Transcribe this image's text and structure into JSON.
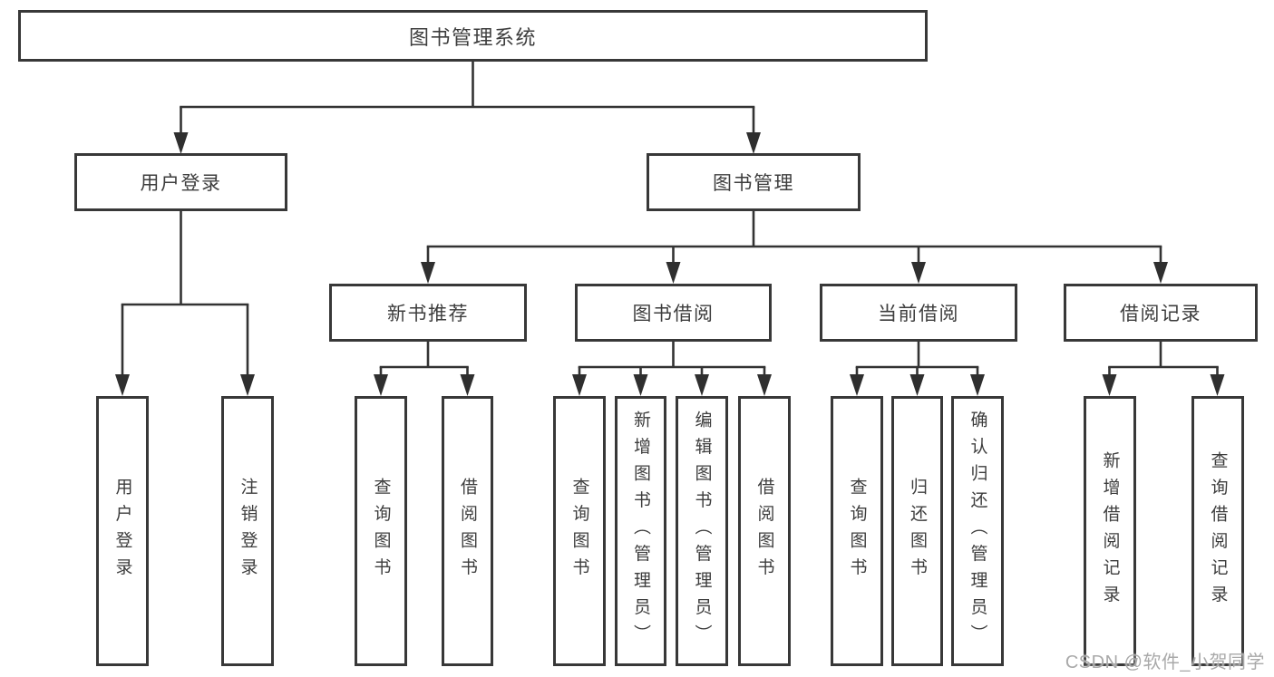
{
  "colors": {
    "line": "#333333",
    "box_border": "#383838",
    "text": "#3d3d3d",
    "background": "#ffffff",
    "watermark": "#a9a9a9"
  },
  "root": {
    "label": "图书管理系统"
  },
  "branches": [
    {
      "label": "用户登录",
      "children": [
        {
          "label": "用户登录"
        },
        {
          "label": "注销登录"
        }
      ]
    },
    {
      "label": "图书管理",
      "children": [
        {
          "label": "新书推荐",
          "children": [
            {
              "label": "查询图书"
            },
            {
              "label": "借阅图书"
            }
          ]
        },
        {
          "label": "图书借阅",
          "children": [
            {
              "label": "查询图书"
            },
            {
              "label": "新增图书（管理员）"
            },
            {
              "label": "编辑图书（管理员）"
            },
            {
              "label": "借阅图书"
            }
          ]
        },
        {
          "label": "当前借阅",
          "children": [
            {
              "label": "查询图书"
            },
            {
              "label": "归还图书"
            },
            {
              "label": "确认归还（管理员）"
            }
          ]
        },
        {
          "label": "借阅记录",
          "children": [
            {
              "label": "新增借阅记录"
            },
            {
              "label": "查询借阅记录"
            }
          ]
        }
      ]
    }
  ],
  "watermark": {
    "text": "CSDN @软件_小贺同学"
  }
}
